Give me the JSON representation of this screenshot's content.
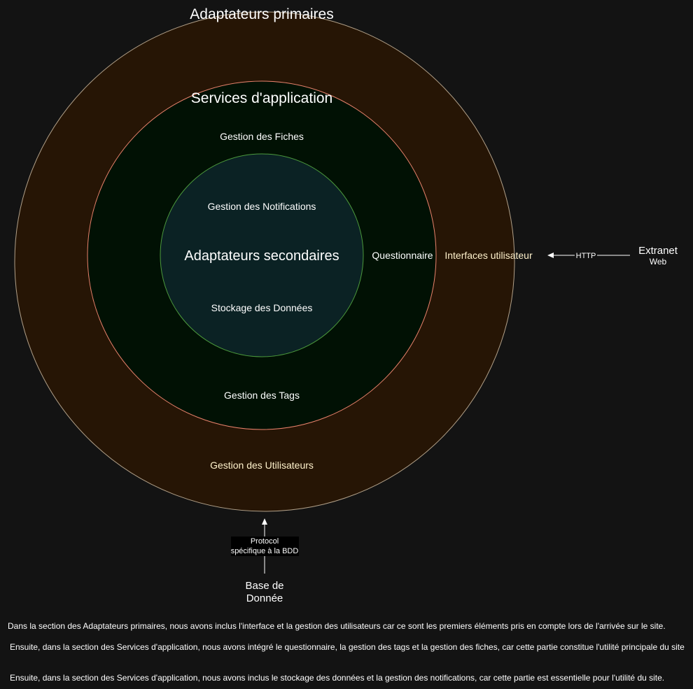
{
  "colors": {
    "background": "#131313",
    "outer_fill": "#261505",
    "outer_stroke": "#b1a089",
    "middle_fill": "#011104",
    "middle_stroke": "#e9826c",
    "inner_fill": "#0b2224",
    "inner_stroke": "#4c9a3d",
    "text": "#ffffff",
    "warm_text": "#fff2cc",
    "label_box": "#000000"
  },
  "diagram": {
    "outer_title": "Adaptateurs primaires",
    "middle_title": "Services d'application",
    "inner_title": "Adaptateurs secondaires",
    "outer_items": {
      "interfaces": "Interfaces utilisateur",
      "users": "Gestion des Utilisateurs"
    },
    "middle_items": {
      "fiches": "Gestion des Fiches",
      "questionnaire": "Questionnaire",
      "tags": "Gestion des Tags"
    },
    "inner_items": {
      "notifications": "Gestion des Notifications",
      "storage": "Stockage des Données"
    },
    "extranet": {
      "title": "Extranet",
      "subtitle": "Web"
    },
    "http_label": "HTTP",
    "db": {
      "line1": "Base de",
      "line2": "Donnée"
    },
    "protocol": {
      "line1": "Protocol",
      "line2": "spécifique à la BDD"
    }
  },
  "notes": [
    "Dans la section des Adaptateurs primaires, nous avons inclus l'interface et la gestion des utilisateurs car ce sont les premiers éléments pris en compte lors de l'arrivée sur le site.",
    "Ensuite, dans la section des Services d'application, nous avons intégré le questionnaire, la gestion des tags et la gestion des fiches, car cette partie constitue l'utilité principale du site",
    "Ensuite, dans la section des Services d'application, nous avons inclus le stockage des données et la gestion des notifications, car cette partie est essentielle pour l'utilité du site."
  ]
}
